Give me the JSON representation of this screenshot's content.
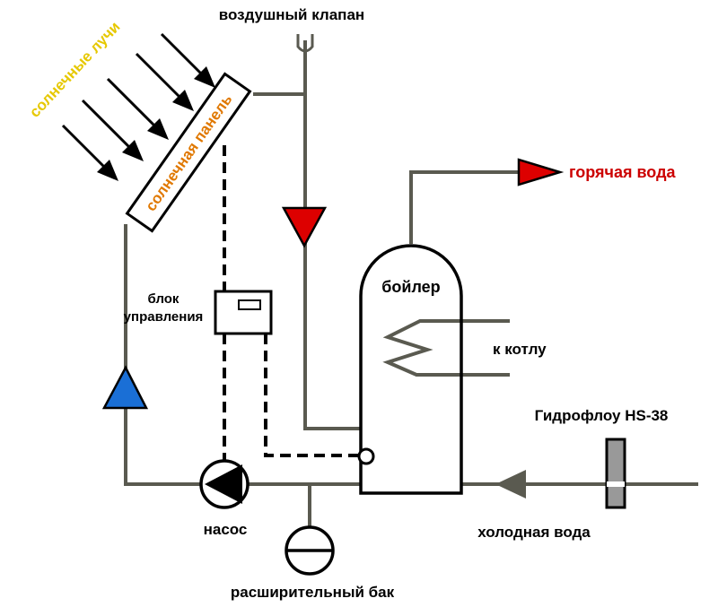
{
  "labels": {
    "sun_rays": "солнечные лучи",
    "air_valve": "воздушный клапан",
    "solar_panel": "солнечная панель",
    "hot_water": "горячая вода",
    "boiler": "бойлер",
    "control_unit_line1": "блок",
    "control_unit_line2": "управления",
    "to_boiler_heater": "к котлу",
    "hydroflow": "Гидрофлоу HS-38",
    "pump": "насос",
    "cold_water": "холодная вода",
    "expansion_tank": "расширительный бак"
  },
  "colors": {
    "sun_rays_text": "#e6c800",
    "panel_text": "#e07800",
    "hot_water_text": "#cc0000",
    "hot_arrow": "#dd0000",
    "cold_arrow": "#1a6fd6",
    "pipe": "#5a5a50"
  }
}
